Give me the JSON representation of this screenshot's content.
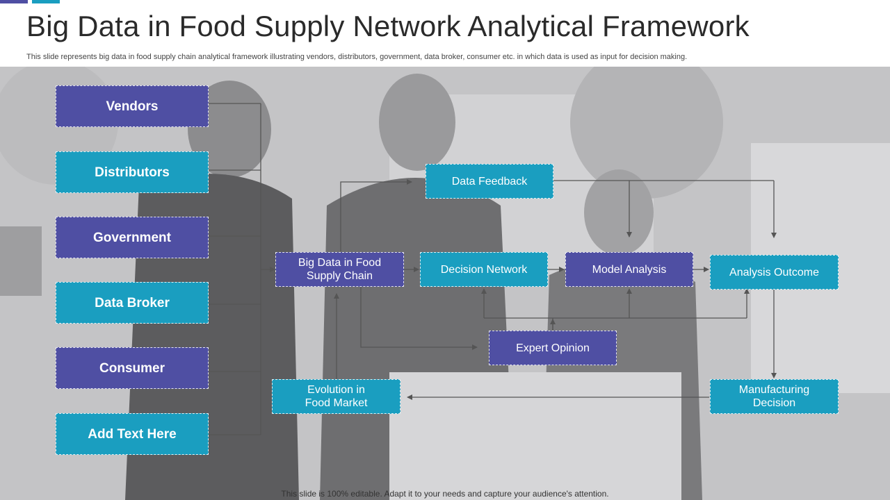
{
  "title": "Big Data in Food Supply Network Analytical Framework",
  "subtitle": "This slide represents big data in food supply chain analytical framework illustrating vendors, distributors, government, data broker, consumer etc. in which data is used as input for decision making.",
  "footer": "This slide is 100% editable. Adapt it to your needs and capture your audience's attention.",
  "colors": {
    "purple": "#4f4fa3",
    "teal": "#1a9ec0",
    "connector": "#555555"
  },
  "sources": {
    "vendors": "Vendors",
    "distributors": "Distributors",
    "government": "Government",
    "data_broker": "Data Broker",
    "consumer": "Consumer",
    "add_text": "Add Text Here"
  },
  "flow": {
    "big_data": "Big Data in Food\nSupply Chain",
    "data_feedback": "Data Feedback",
    "decision_network": "Decision Network",
    "model_analysis": "Model Analysis",
    "analysis_outcome": "Analysis Outcome",
    "expert_opinion": "Expert Opinion",
    "evolution": "Evolution  in\nFood Market",
    "manufacturing": "Manufacturing\nDecision"
  }
}
